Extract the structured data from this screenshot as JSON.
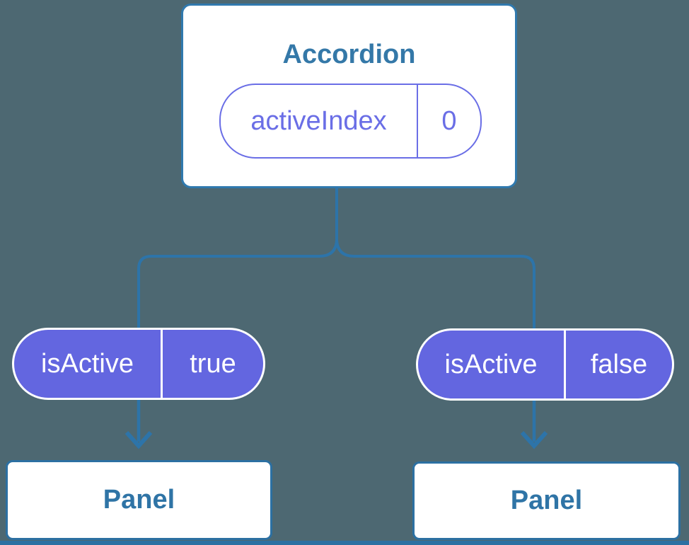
{
  "diagram": {
    "type": "component-tree",
    "root": {
      "title": "Accordion",
      "state": {
        "name": "activeIndex",
        "value": "0"
      }
    },
    "children": [
      {
        "prop": {
          "name": "isActive",
          "value": "true"
        },
        "label": "Panel"
      },
      {
        "prop": {
          "name": "isActive",
          "value": "false"
        },
        "label": "Panel"
      }
    ]
  },
  "colors": {
    "background": "#4d6872",
    "connector_blue": "#2d74a9",
    "root_border_blue": "#3079ae",
    "panel_border_blue": "#2c70a2",
    "title_text_blue": "#3478a8",
    "panel_text_blue": "#2f74a6",
    "pill_purple_fill": "#6366e0",
    "pill_purple_outline": "#6a6ee6",
    "pill_text_white": "#ffffff"
  }
}
